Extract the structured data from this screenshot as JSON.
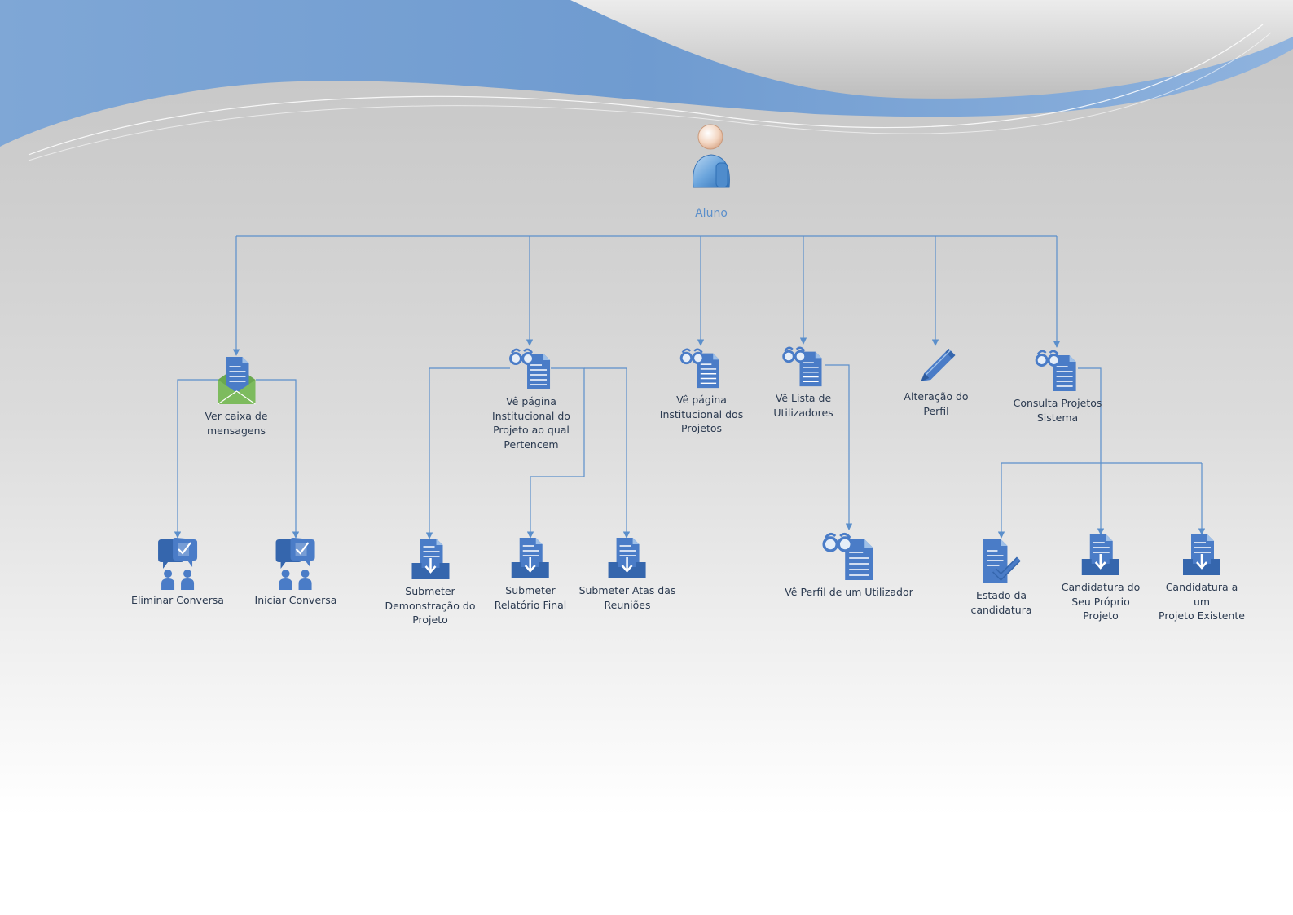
{
  "root": {
    "label": "Aluno",
    "icon": "user-icon"
  },
  "level1": [
    {
      "id": "ver-caixa",
      "label": "Ver caixa de\nmensagens",
      "icon": "mail-document-icon"
    },
    {
      "id": "pagina-projeto",
      "label": "Vê página\nInstitucional do\nProjeto ao qual\nPertencem",
      "icon": "glasses-document-icon"
    },
    {
      "id": "pagina-projetos",
      "label": "Vê página\nInstitucional dos\nProjetos",
      "icon": "glasses-document-icon"
    },
    {
      "id": "lista-utilizadores",
      "label": "Vê Lista de\nUtilizadores",
      "icon": "glasses-document-icon"
    },
    {
      "id": "alteracao-perfil",
      "label": "Alteração do\nPerfil",
      "icon": "pencil-icon"
    },
    {
      "id": "consulta-projetos",
      "label": "Consulta Projetos\nSistema",
      "icon": "glasses-document-icon"
    }
  ],
  "level2": [
    {
      "id": "eliminar-conversa",
      "label": "Eliminar Conversa",
      "icon": "chat-users-icon",
      "parent": "ver-caixa"
    },
    {
      "id": "iniciar-conversa",
      "label": "Iniciar Conversa",
      "icon": "chat-users-icon",
      "parent": "ver-caixa"
    },
    {
      "id": "submeter-demonstracao",
      "label": "Submeter\nDemonstração do\nProjeto",
      "icon": "inbox-document-icon",
      "parent": "pagina-projeto"
    },
    {
      "id": "submeter-relatorio",
      "label": "Submeter\nRelatório Final",
      "icon": "inbox-document-icon",
      "parent": "pagina-projeto"
    },
    {
      "id": "submeter-atas",
      "label": "Submeter Atas das\nReuniões",
      "icon": "inbox-document-icon",
      "parent": "pagina-projeto"
    },
    {
      "id": "perfil-utilizador",
      "label": "Vê Perfil de um Utilizador",
      "icon": "glasses-document-icon",
      "parent": "lista-utilizadores"
    },
    {
      "id": "estado-candidatura",
      "label": "Estado da\ncandidatura",
      "icon": "checked-document-icon",
      "parent": "consulta-projetos"
    },
    {
      "id": "candidatura-proprio",
      "label": "Candidatura do\nSeu Próprio\nProjeto",
      "icon": "inbox-document-icon",
      "parent": "consulta-projetos"
    },
    {
      "id": "candidatura-existente",
      "label": "Candidatura a um\nProjeto Existente",
      "icon": "inbox-document-icon",
      "parent": "consulta-projetos"
    }
  ],
  "colors": {
    "line": "#5b8fcb",
    "icon": "#4a7cc7",
    "mail": "#6aa84f",
    "text": "#2b3a50",
    "root_text": "#5b8fcb"
  }
}
